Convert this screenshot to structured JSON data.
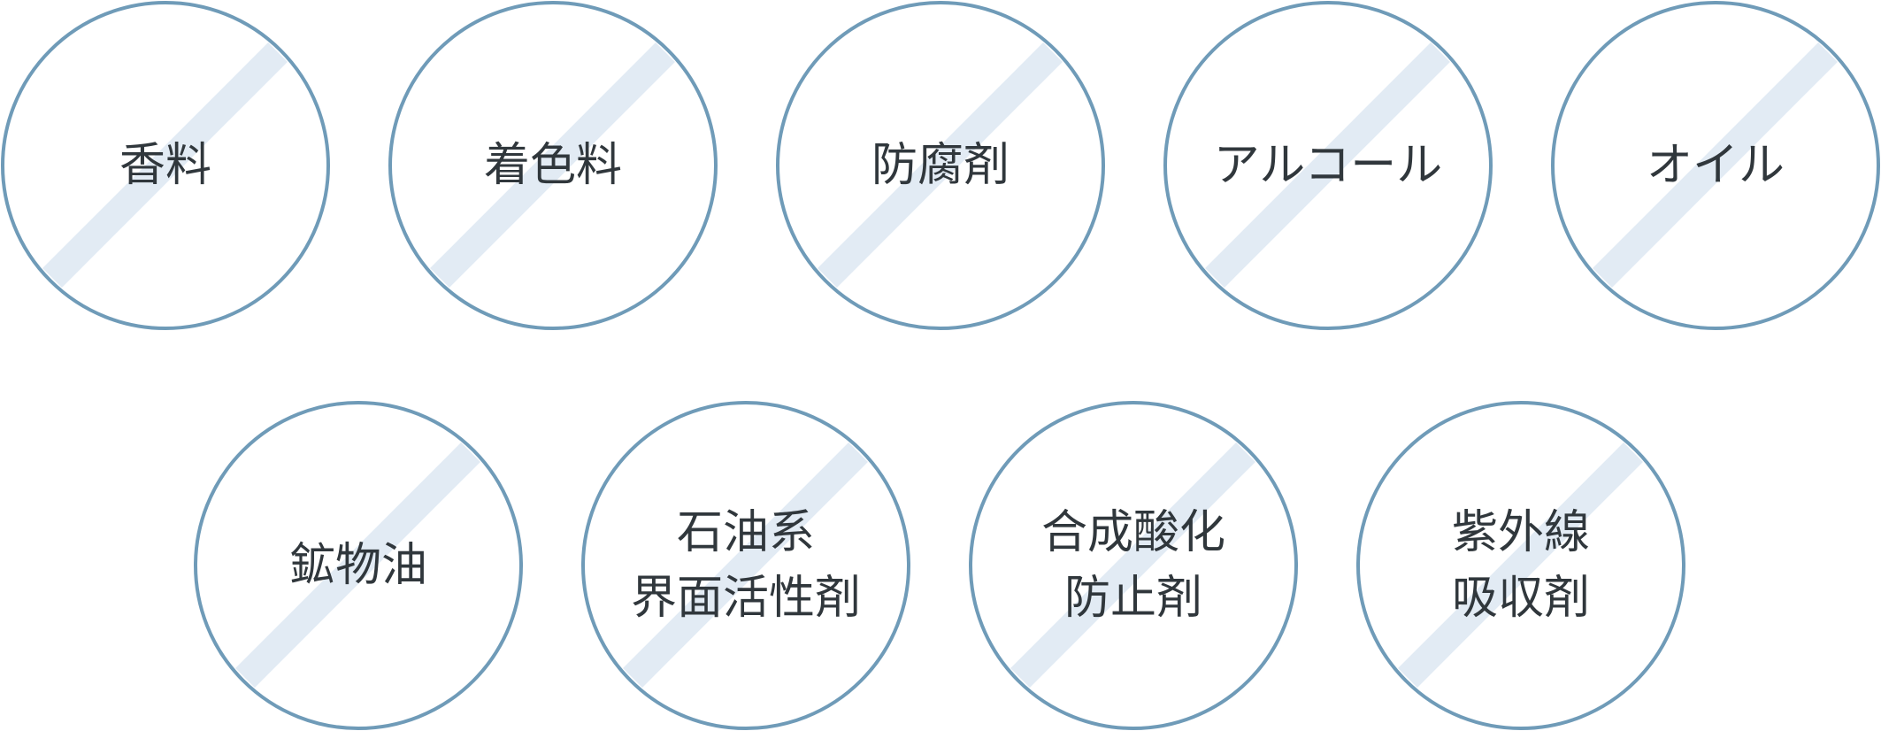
{
  "colors": {
    "ring": "#6f9bb8",
    "slash": "#e2ebf4",
    "text": "#30373c"
  },
  "icon": "prohibition-circle-icon",
  "rows": [
    [
      {
        "label": "香料"
      },
      {
        "label": "着色料"
      },
      {
        "label": "防腐剤"
      },
      {
        "label": "アルコール"
      },
      {
        "label": "オイル"
      }
    ],
    [
      {
        "label": "鉱物油"
      },
      {
        "label": "石油系\n界面活性剤"
      },
      {
        "label": "合成酸化\n防止剤"
      },
      {
        "label": "紫外線\n吸収剤"
      }
    ]
  ]
}
